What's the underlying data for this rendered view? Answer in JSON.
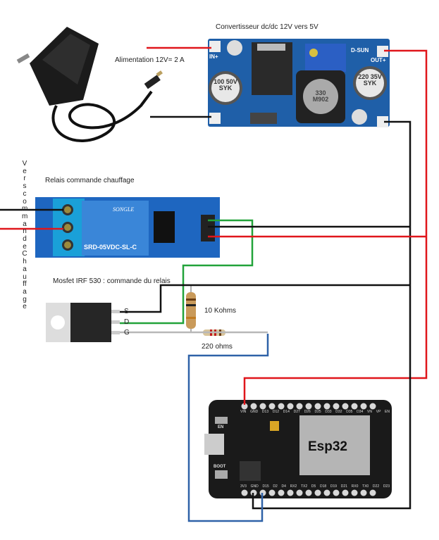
{
  "labels": {
    "converter": "Convertisseur dc/dc  12V vers 5V",
    "power_supply": "Alimentation 12V= 2 A",
    "relay": "Relais commande chauffage",
    "mosfet": "Mosfet IRF 530 : commande du relais",
    "vertical": "Vers commande Chauffage",
    "res_10k": "10 Kohms",
    "res_220": "220 ohms",
    "esp32": "Esp32",
    "pin_s": "S",
    "pin_d": "D",
    "pin_g": "G"
  },
  "component_markings": {
    "converter_in": "IN+",
    "converter_out": "OUT+",
    "converter_brand": "D-SUN",
    "cap1": "100 50V SYK",
    "cap2": "220 35V SYK",
    "inductor": "330 M902",
    "relay_model": "SRD-05VDC-SL-C",
    "relay_brand": "SONGLE",
    "esp_top_pins": "VIN GND D13 D12 D14 D27 D26 D25 D33 D32 D35 D34 VN VP EN",
    "esp_bottom_pins": "3V3 GND D15 D2 D4 RX2 TX2 D5 D18 D19 D21 RX0 TX0 D22 D23",
    "esp_buttons": [
      "EN",
      "BOOT"
    ]
  },
  "colors": {
    "red_wire": "#e0161b",
    "black_wire": "#111111",
    "green_wire": "#22a33a",
    "blue_wire": "#2f62a8",
    "gray_wire": "#b8b8b8",
    "pcb_blue": "#1f5fa8",
    "relay_blue": "#2f7fd0",
    "esp_board": "#1a1a1a"
  }
}
